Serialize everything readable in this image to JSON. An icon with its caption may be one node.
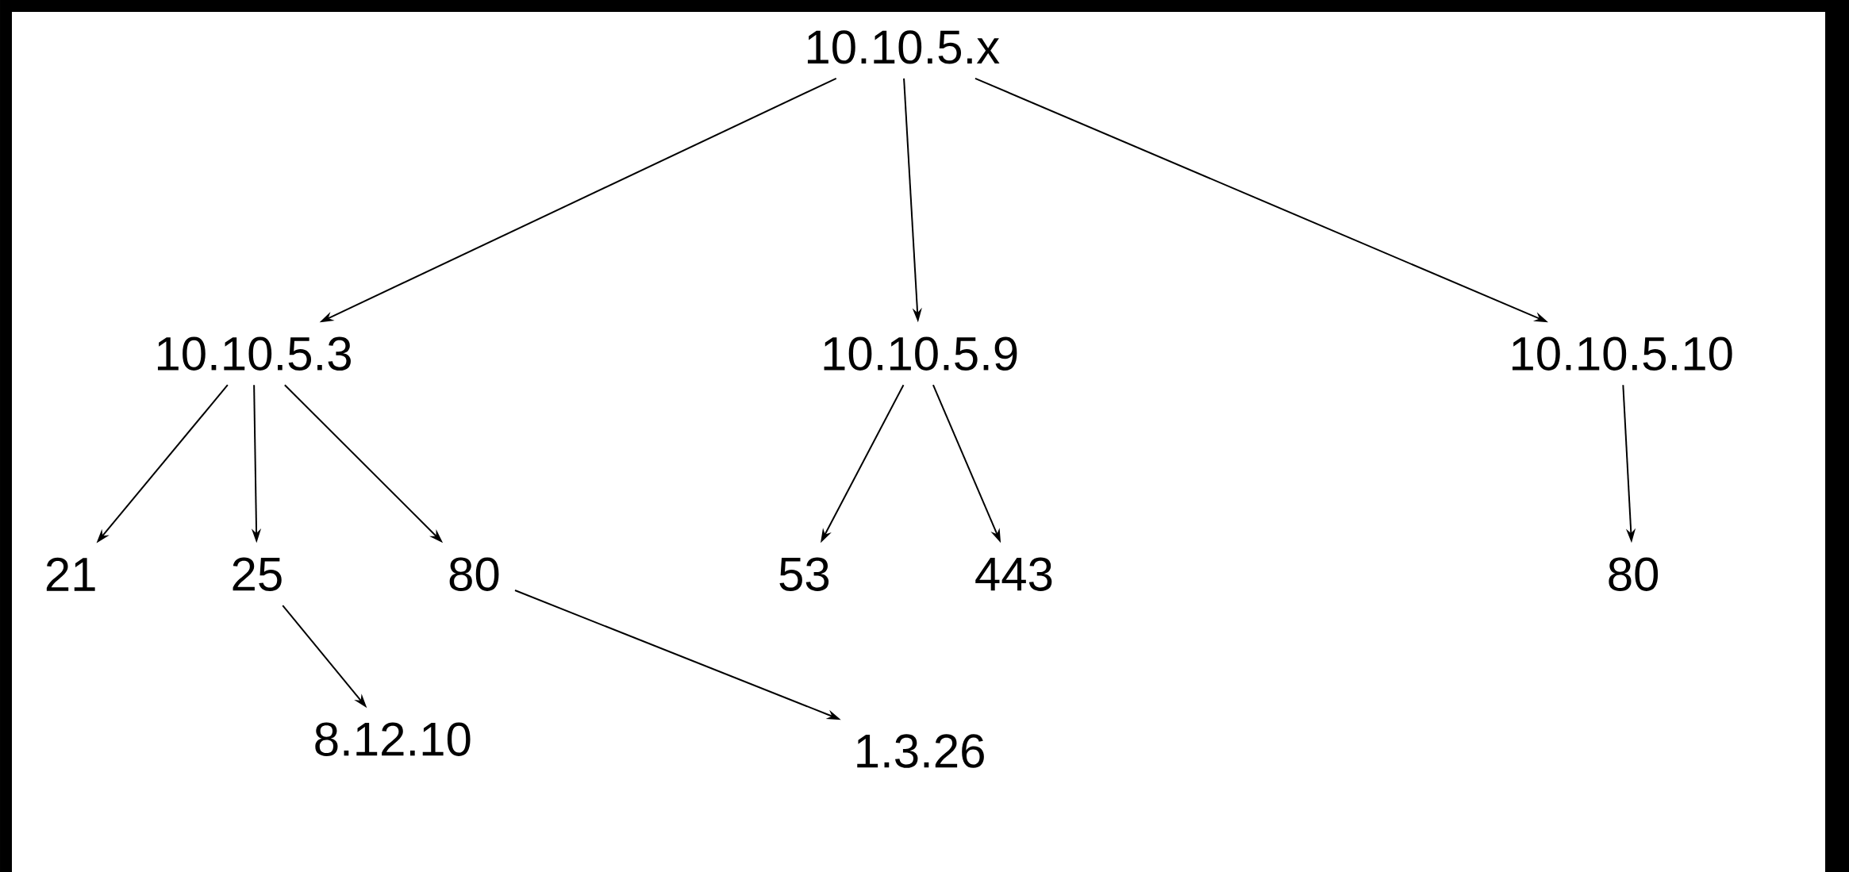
{
  "diagram": {
    "nodes": [
      {
        "text": [
          "10.10.5.x"
        ]
      },
      {
        "text": [
          "10.10.5.3"
        ]
      },
      {
        "text": [
          "10.10.5.9"
        ]
      },
      {
        "text": [
          "10.10.5.10"
        ]
      },
      {
        "text": [
          "21"
        ]
      },
      {
        "text": [
          "25"
        ]
      },
      {
        "text": [
          "80"
        ]
      },
      {
        "text": [
          "53"
        ]
      },
      {
        "text": [
          "443"
        ]
      },
      {
        "text": [
          "80"
        ]
      },
      {
        "text": [
          "8.12.10"
        ]
      },
      {
        "text": [
          "1.3.26"
        ]
      }
    ],
    "edges": [
      {
        "from": 0,
        "to": 1,
        "arrow": "to"
      },
      {
        "from": 0,
        "to": 2,
        "arrow": "to"
      },
      {
        "from": 0,
        "to": 3,
        "arrow": "to"
      },
      {
        "from": 1,
        "to": 4,
        "arrow": "to"
      },
      {
        "from": 1,
        "to": 5,
        "arrow": "to"
      },
      {
        "from": 1,
        "to": 6,
        "arrow": "to"
      },
      {
        "from": 2,
        "to": 7,
        "arrow": "to"
      },
      {
        "from": 2,
        "to": 8,
        "arrow": "to"
      },
      {
        "from": 3,
        "to": 9,
        "arrow": "to"
      },
      {
        "from": 5,
        "to": 10,
        "arrow": "to"
      },
      {
        "from": 6,
        "to": 11,
        "arrow": "to"
      }
    ]
  }
}
